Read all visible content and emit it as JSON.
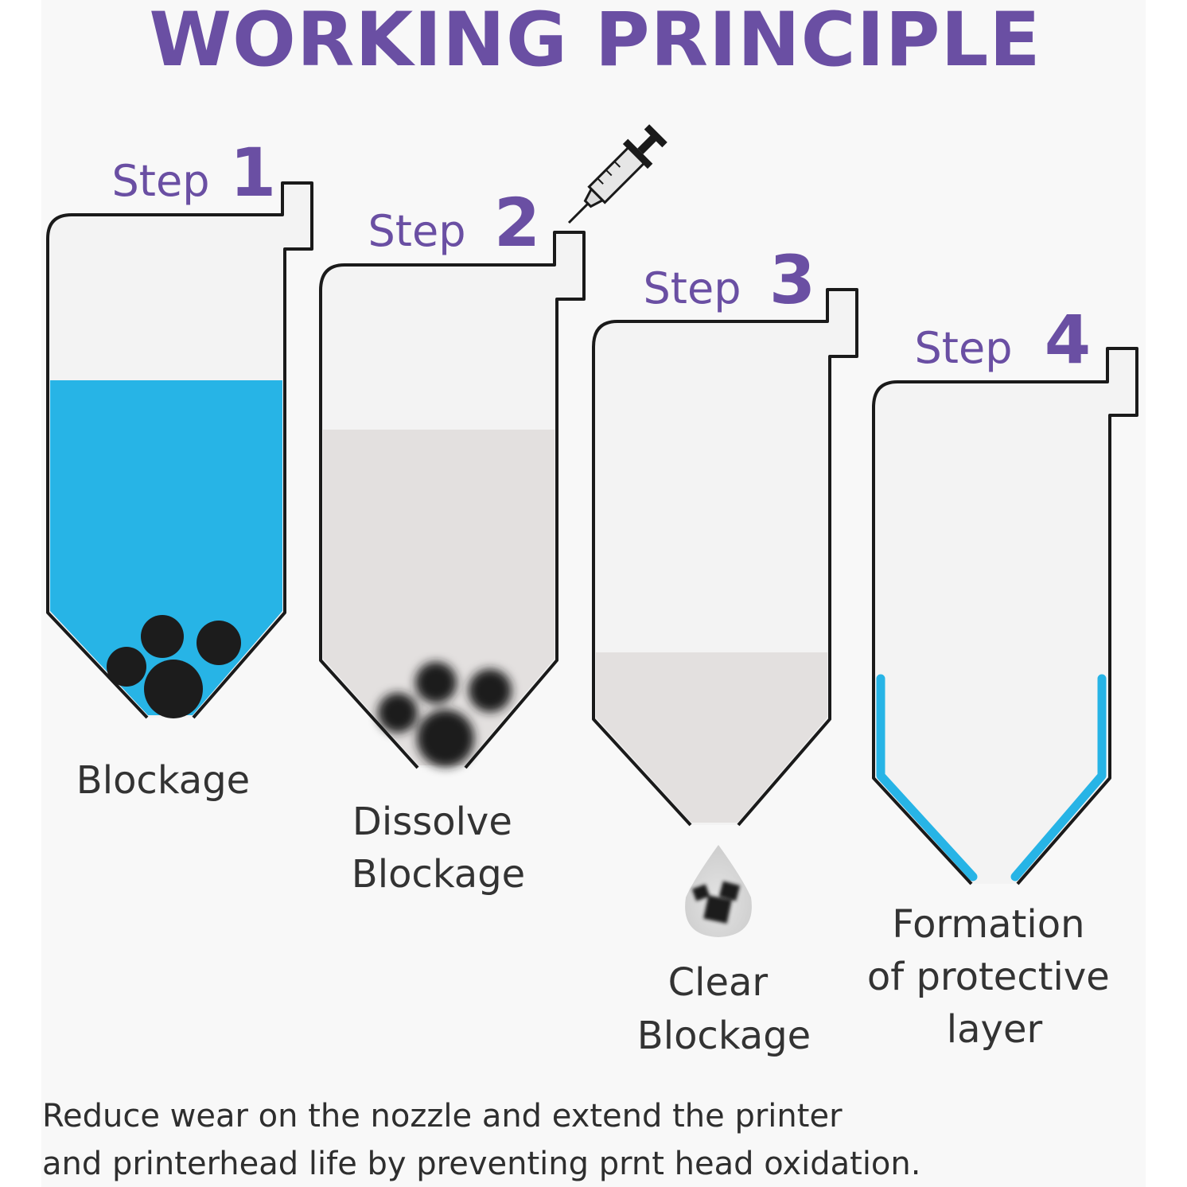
{
  "title": "WORKING PRINCIPLE",
  "step_word": "Step",
  "steps": [
    {
      "number": "1",
      "label_lines": [
        "Blockage"
      ]
    },
    {
      "number": "2",
      "label_lines": [
        "Dissolve",
        "Blockage"
      ]
    },
    {
      "number": "3",
      "label_lines": [
        "Clear",
        "Blockage"
      ]
    },
    {
      "number": "4",
      "label_lines": [
        "Formation",
        "of protective",
        "layer"
      ]
    }
  ],
  "footer_lines": [
    "Reduce wear on the nozzle and extend the printer",
    "and printerhead life by preventing prnt head oxidation."
  ],
  "colors": {
    "accent_purple": "#6a4fa3",
    "liquid_blue": "#27b4e6",
    "cartridge_fill": "#f3f3f3",
    "cartridge_outline": "#1a1a1a",
    "dissolved_grey": "#e3e0df",
    "blockage_black": "#1c1c1c",
    "panel_background": "#f8f8f8"
  },
  "icons": [
    "syringe-icon",
    "ink-drop-icon"
  ]
}
